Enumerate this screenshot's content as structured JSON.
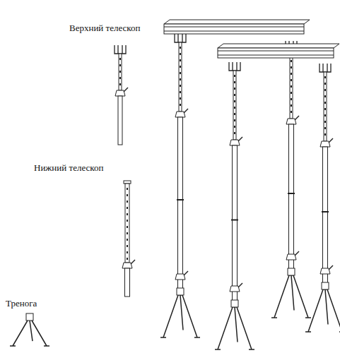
{
  "diagram": {
    "labels": [
      "Верхний телескоп",
      "Нижний телескоп",
      "Тренога"
    ]
  }
}
